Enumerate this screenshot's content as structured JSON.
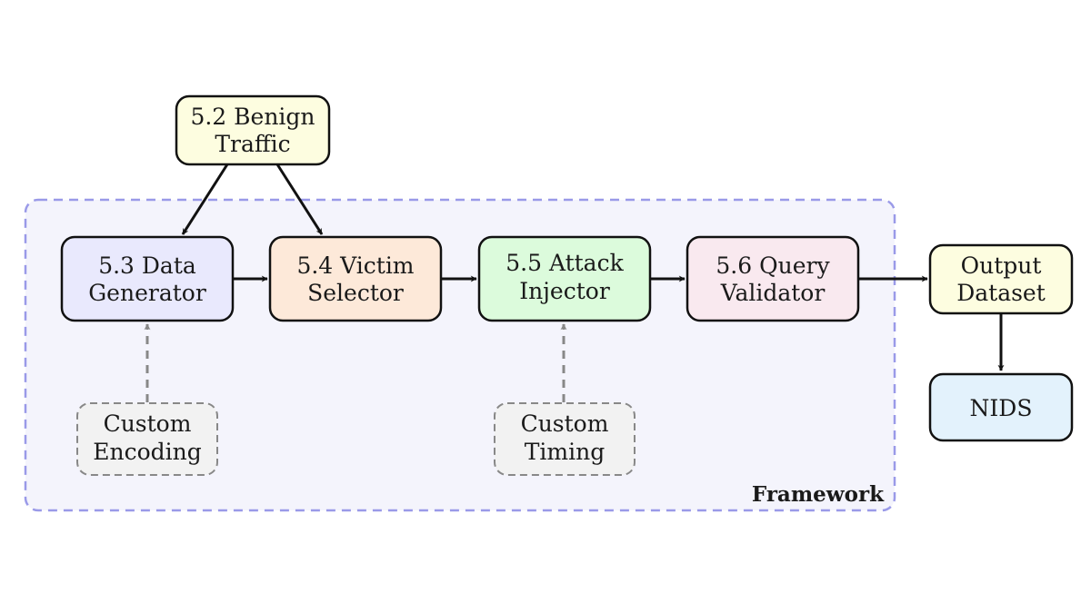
{
  "framework": {
    "label": "Framework",
    "fill": "#f4f4fc",
    "stroke": "#9a9ae8"
  },
  "nodes": {
    "benign_traffic": {
      "lines": [
        "5.2 Benign",
        "Traffic"
      ],
      "fill": "#fdfde0"
    },
    "data_generator": {
      "lines": [
        "5.3 Data",
        "Generator"
      ],
      "fill": "#e9e9fd"
    },
    "victim_selector": {
      "lines": [
        "5.4 Victim",
        "Selector"
      ],
      "fill": "#fde9d9"
    },
    "attack_injector": {
      "lines": [
        "5.5 Attack",
        "Injector"
      ],
      "fill": "#dcfbdc"
    },
    "query_validator": {
      "lines": [
        "5.6 Query",
        "Validator"
      ],
      "fill": "#f9e9ef"
    },
    "output_dataset": {
      "lines": [
        "Output",
        "Dataset"
      ],
      "fill": "#fdfde0"
    },
    "nids": {
      "lines": [
        "NIDS"
      ],
      "fill": "#e3f2fc"
    },
    "custom_encoding": {
      "lines": [
        "Custom",
        "Encoding"
      ],
      "fill": "#f2f2f2"
    },
    "custom_timing": {
      "lines": [
        "Custom",
        "Timing"
      ],
      "fill": "#f2f2f2"
    }
  },
  "colors": {
    "solid_stroke": "#111111",
    "dashed_stroke": "#888888"
  }
}
